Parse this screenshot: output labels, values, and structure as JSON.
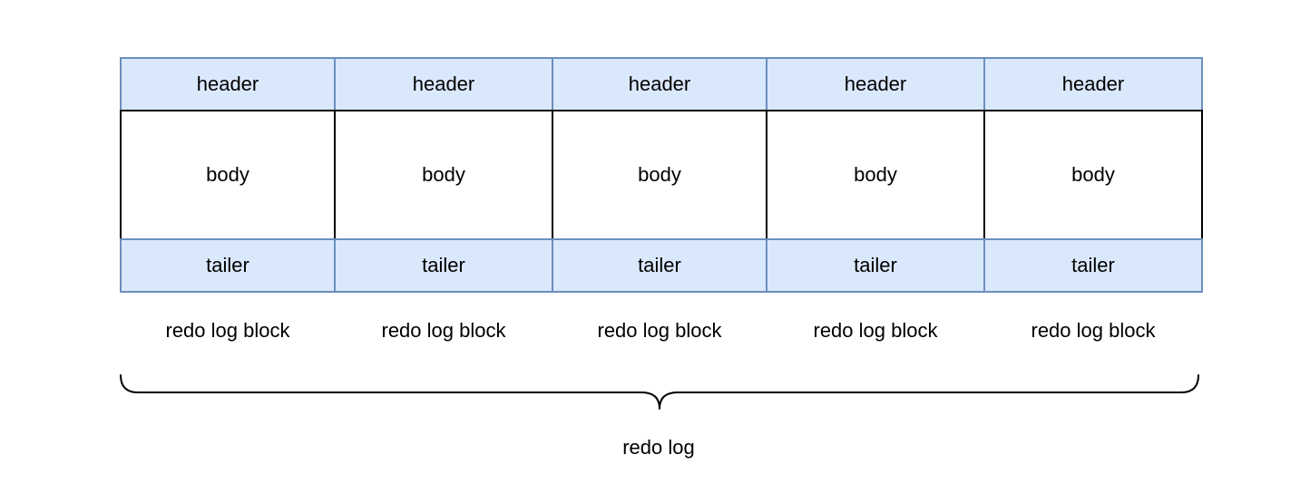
{
  "blocks": [
    {
      "header": "header",
      "body": "body",
      "tailer": "tailer",
      "label": "redo log block"
    },
    {
      "header": "header",
      "body": "body",
      "tailer": "tailer",
      "label": "redo log block"
    },
    {
      "header": "header",
      "body": "body",
      "tailer": "tailer",
      "label": "redo log block"
    },
    {
      "header": "header",
      "body": "body",
      "tailer": "tailer",
      "label": "redo log block"
    },
    {
      "header": "header",
      "body": "body",
      "tailer": "tailer",
      "label": "redo log block"
    }
  ],
  "brace_label": "redo log",
  "colors": {
    "header_tailer_fill": "#dae8fc",
    "header_tailer_stroke": "#6c8ebf",
    "body_fill": "#ffffff",
    "body_stroke": "#000000"
  }
}
